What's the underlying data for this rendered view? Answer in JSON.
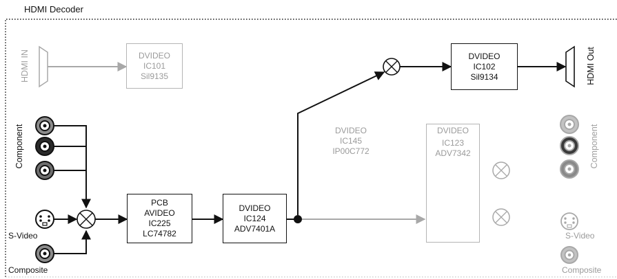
{
  "diagram": {
    "title": "HDMI Decoder",
    "boxes": {
      "ic101": [
        "DVIDEO",
        "IC101",
        "Sil9135"
      ],
      "ic102": [
        "DVIDEO",
        "IC102",
        "Sil9134"
      ],
      "ic145": [
        "DVIDEO",
        "IC145",
        "IP00C772"
      ],
      "ic123": [
        "DVIDEO",
        "IC123",
        "ADV7342"
      ],
      "ic225": [
        "PCB",
        "AVIDEO",
        "IC225",
        "LC74782"
      ],
      "ic124": [
        "DVIDEO",
        "IC124",
        "ADV7401A"
      ]
    },
    "labels": {
      "hdmi_in": "HDMI IN",
      "hdmi_out": "HDMI Out",
      "component_left": "Component",
      "component_right": "Component",
      "svideo_left": "S-Video",
      "svideo_right": "S-Video",
      "composite_left": "Composite",
      "composite_right": "Composite"
    },
    "colors": {
      "active": "#111111",
      "inactive": "#a8a8a8"
    }
  }
}
